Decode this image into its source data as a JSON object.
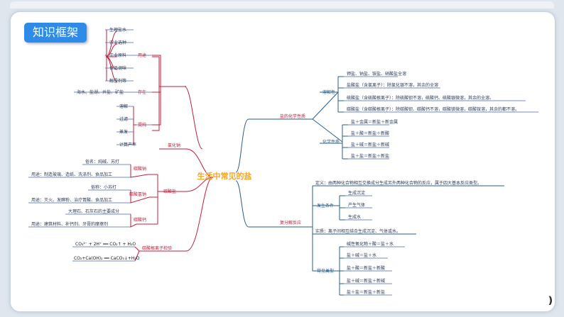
{
  "header": {
    "title": "知识框架"
  },
  "center": "生活中常见的盐",
  "colors": {
    "red": "#c0203a",
    "blue": "#2a5d8a",
    "accent": "#2e8ce8",
    "center": "#f5a623"
  },
  "left": {
    "nacl": {
      "label": "氯化钠",
      "uses": {
        "label": "用途",
        "items": [
          "生理盐水",
          "农业选种",
          "工业原料",
          "食品调味",
          "融雪剂等"
        ]
      },
      "exist": {
        "label": "存在",
        "text": "海水、盐湖、井盐、矿盐"
      },
      "purify": {
        "label": "提纯",
        "items": [
          "溶解",
          "过滤",
          "蒸发",
          "计算产率"
        ]
      }
    },
    "carbonates": {
      "label": "碳酸盐",
      "na2co3": {
        "label": "碳酸钠",
        "name": "俗名：纯碱、苏打",
        "use": "用途：制造玻璃、造纸、洗涤剂、食品加工"
      },
      "nahco3": {
        "label": "碳酸氢钠",
        "name": "俗称：小苏打",
        "use": "用途：灭火、发酵粉、治疗胃酸、食品加工"
      },
      "caco3": {
        "label": "碳酸钙",
        "name": "大理石、石灰石的主要成分",
        "use": "用途：建筑材料、补钙剂、牙膏的摩擦剂"
      }
    },
    "test": {
      "label": "碳酸根离子检验",
      "eq1": "CO₃²⁻ + 2H⁺ ══ CO₂↑ + H₂O",
      "eq2": "CO₂+Ca(OH)₂ ══ CaCO₃↓+H₂O"
    }
  },
  "right": {
    "chem": {
      "label": "盐的化学性质",
      "solubility": {
        "label": "溶解性",
        "items": [
          "钾盐、钠盐、铵盐、硝酸盐全溶",
          "盐酸盐（含氯离子）：除氯化银不溶，其余的全溶",
          "硫酸盐（含硫酸根离子）：除硫酸钡不溶，硫酸钙、硫酸银微溶，其余的全溶。",
          "碳酸盐（含碳酸根离子）：除碳酸钡、碳酸钙不溶，碳酸镁微溶，碳酸铵溶，其余的都不溶。"
        ]
      },
      "properties": {
        "label": "化学性质",
        "items": [
          "盐＋金属＝新盐＋新金属",
          "盐＋酸＝新盐＋新酸",
          "盐＋碱＝新盐＋新碱",
          "盐＋盐＝新盐＋新盐"
        ]
      }
    },
    "exchange": {
      "label": "复分解反应",
      "definition": "定义：由两种化合物相互交换成分生成另外两种化合物的反应，属于四大基本反应类型。",
      "conditions": {
        "label": "发生条件",
        "items": [
          "生成沉淀",
          "产生气体",
          "生成水"
        ]
      },
      "essence": "实质：离子间相互结合生成沉淀、气体或水。",
      "types": {
        "label": "常见类型",
        "items": [
          "碱性氧化物＋酸＝盐＋水",
          "盐＋碱＝盐＋水",
          "盐＋酸＝新盐＋新酸",
          "盐＋碱＝新盐＋新碱",
          "盐＋盐＝新盐＋新盐"
        ]
      }
    }
  }
}
